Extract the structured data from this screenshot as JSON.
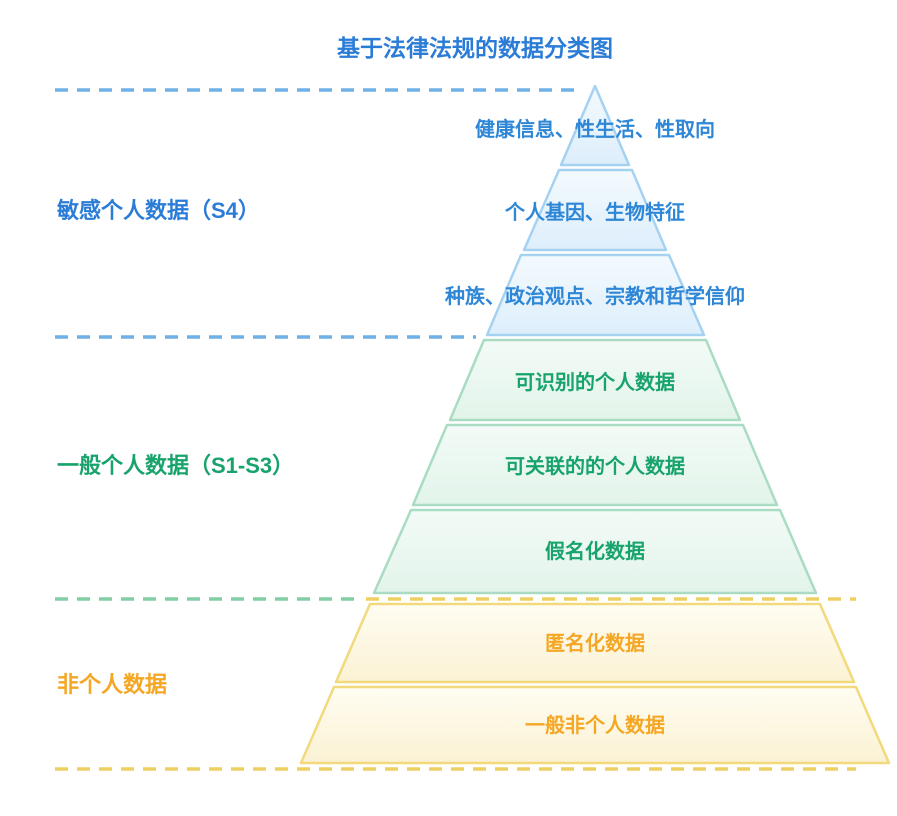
{
  "title": "基于法律法规的数据分类图",
  "sections": [
    {
      "id": "sensitive-personal-data",
      "label": "敏感个人数据（S4）",
      "color": "#2b7cd6"
    },
    {
      "id": "general-personal-data",
      "label": "一般个人数据（S1-S3）",
      "color": "#17a36b"
    },
    {
      "id": "non-personal-data",
      "label": "非个人数据",
      "color": "#f5a623"
    }
  ],
  "levels": [
    {
      "label": "健康信息、性生活、性取向",
      "section": "敏感个人数据（S4）",
      "color": "#2e86d6"
    },
    {
      "label": "个人基因、生物特征",
      "section": "敏感个人数据（S4）",
      "color": "#2e86d6"
    },
    {
      "label": "种族、政治观点、宗教和哲学信仰",
      "section": "敏感个人数据（S4）",
      "color": "#2e86d6"
    },
    {
      "label": "可识别的个人数据",
      "section": "一般个人数据（S1-S3）",
      "color": "#17a36b"
    },
    {
      "label": "可关联的的个人数据",
      "section": "一般个人数据（S1-S3）",
      "color": "#17a36b"
    },
    {
      "label": "假名化数据",
      "section": "一般个人数据（S1-S3）",
      "color": "#17a36b"
    },
    {
      "label": "匿名化数据",
      "section": "非个人数据",
      "color": "#f5a623"
    },
    {
      "label": "一般非个人数据",
      "section": "非个人数据",
      "color": "#f5a623"
    }
  ],
  "palette": {
    "blue_text": "#2e86d6",
    "blue_fill": "#e9f4fd",
    "blue_stroke": "#a6d2f2",
    "green_text": "#17a36b",
    "green_fill": "#ecf8f2",
    "green_stroke": "#a9dcc2",
    "yellow_text": "#f5a623",
    "yellow_fill": "#fdf9e4",
    "yellow_stroke": "#f2d97c",
    "dash_blue": "#6fb0e6",
    "dash_green": "#82cfa6",
    "dash_yellow": "#eecf62"
  }
}
